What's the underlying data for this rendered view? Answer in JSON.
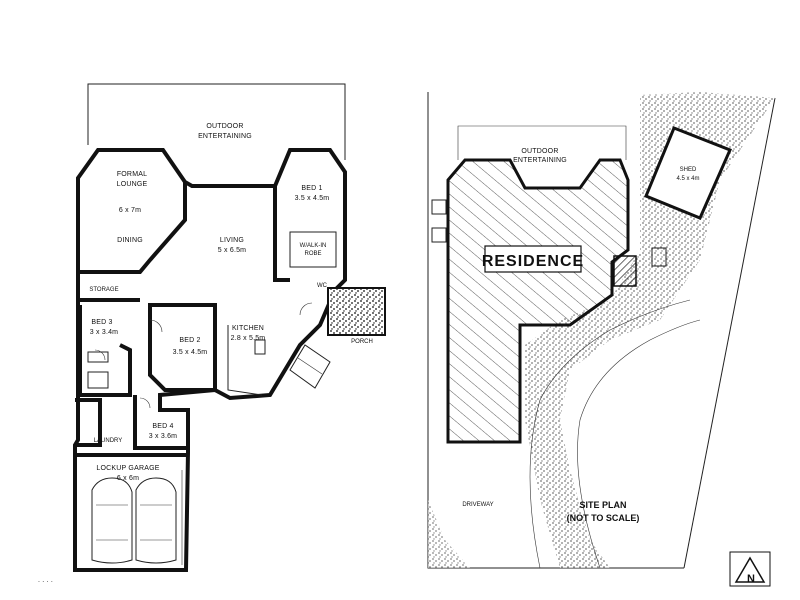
{
  "floor_plan": {
    "outdoor_entertaining": [
      "OUTDOOR",
      "ENTERTAINING"
    ],
    "formal_lounge": [
      "FORMAL",
      "LOUNGE"
    ],
    "formal_lounge_size": "6 x 7m",
    "dining": "DINING",
    "living": "LIVING",
    "living_size": "5 x 6.5m",
    "bed1": "BED 1",
    "bed1_size": "3.5 x 4.5m",
    "walk_in_robe": [
      "W/ALK-IN",
      "ROBE"
    ],
    "storage": "STORAGE",
    "bed3": "BED 3",
    "bed3_size": "3 x 3.4m",
    "bed2": "BED 2",
    "bed2_size": "3.5 x 4.5m",
    "kitchen": "KITCHEN",
    "kitchen_size": "2.8 x 5.5m",
    "bed4": "BED 4",
    "bed4_size": "3 x 3.6m",
    "laundry": "LAUNDRY",
    "garage": "LOCKUP GARAGE",
    "garage_size": "6 x 6m",
    "porch": "PORCH",
    "wc": "WC",
    "scale_marks": ". . . ."
  },
  "site_plan": {
    "outdoor_entertaining": [
      "OUTDOOR",
      "ENTERTAINING"
    ],
    "residence": "RESIDENCE",
    "shed": "SHED",
    "shed_size": "4.5 x 4m",
    "driveway": "DRIVEWAY",
    "title": "SITE PLAN",
    "subtitle": "(NOT TO SCALE)",
    "north": "N"
  }
}
